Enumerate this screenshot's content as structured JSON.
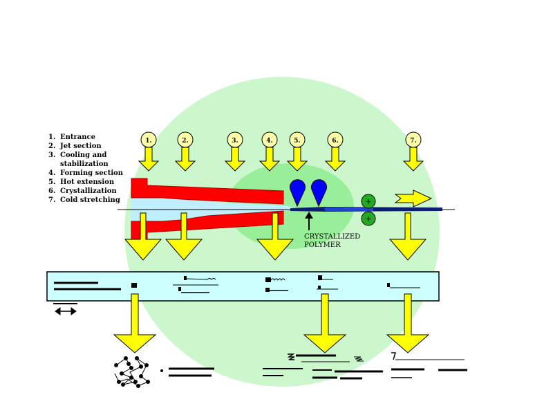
{
  "legend": {
    "items": [
      {
        "num": "1.",
        "label": "Entrance"
      },
      {
        "num": "2.",
        "label": "Jet section"
      },
      {
        "num": "3.",
        "label": "Cooling and",
        "cont": "stabilization"
      },
      {
        "num": "4.",
        "label": "Forming section"
      },
      {
        "num": "5.",
        "label": "Hot extension"
      },
      {
        "num": "6.",
        "label": "Crystallization"
      },
      {
        "num": "7.",
        "label": "Cold stretching"
      }
    ]
  },
  "stage_markers": [
    "1.",
    "2.",
    "3.",
    "4.",
    "5.",
    "6.",
    "7."
  ],
  "annotation": {
    "line1": "CRYSTALLIZED",
    "line2": "POLYMER"
  },
  "rollers": {
    "top_symbol": "+",
    "bottom_symbol": "+"
  },
  "colors": {
    "background_circle": "#ccf7cc",
    "inner_zone": "#99ee99",
    "die": "#ff0000",
    "strip": "#ccffff",
    "arrow": "#ffff00",
    "nozzle": "#0000ff",
    "roller": "#22aa22"
  },
  "icons": {
    "double_arrow": "double-headed-arrow-icon"
  }
}
